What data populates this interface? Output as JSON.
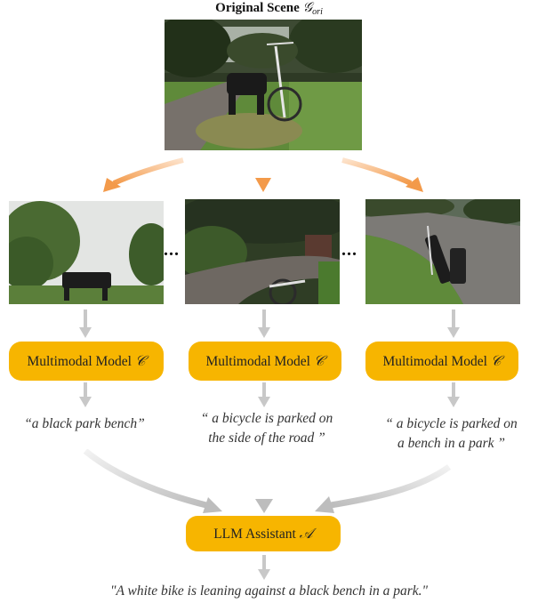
{
  "title": {
    "text": "Original Scene",
    "symbol": "𝒢",
    "subscript": "ori"
  },
  "views": [
    {
      "name": "view-left"
    },
    {
      "name": "view-middle"
    },
    {
      "name": "view-right"
    }
  ],
  "ellipsis": "...",
  "models": [
    {
      "label": "Multimodal Model",
      "symbol": "𝒞"
    },
    {
      "label": "Multimodal Model",
      "symbol": "𝒞"
    },
    {
      "label": "Multimodal Model",
      "symbol": "𝒞"
    }
  ],
  "captions": [
    {
      "line1": "“a black park bench”",
      "line2": ""
    },
    {
      "line1": "“ a bicycle is parked on",
      "line2": "the side of the road ”"
    },
    {
      "line1": "“ a bicycle is parked on",
      "line2": "a bench in a park ”"
    }
  ],
  "assistant": {
    "label": "LLM Assistant",
    "symbol": "𝒜"
  },
  "final_caption": "\"A white bike is leaning against a black bench in a park.\"",
  "colors": {
    "pill": "#f7b500",
    "orange_arrow": "#f39a4a",
    "gray_arrow": "#c8c8c8"
  }
}
